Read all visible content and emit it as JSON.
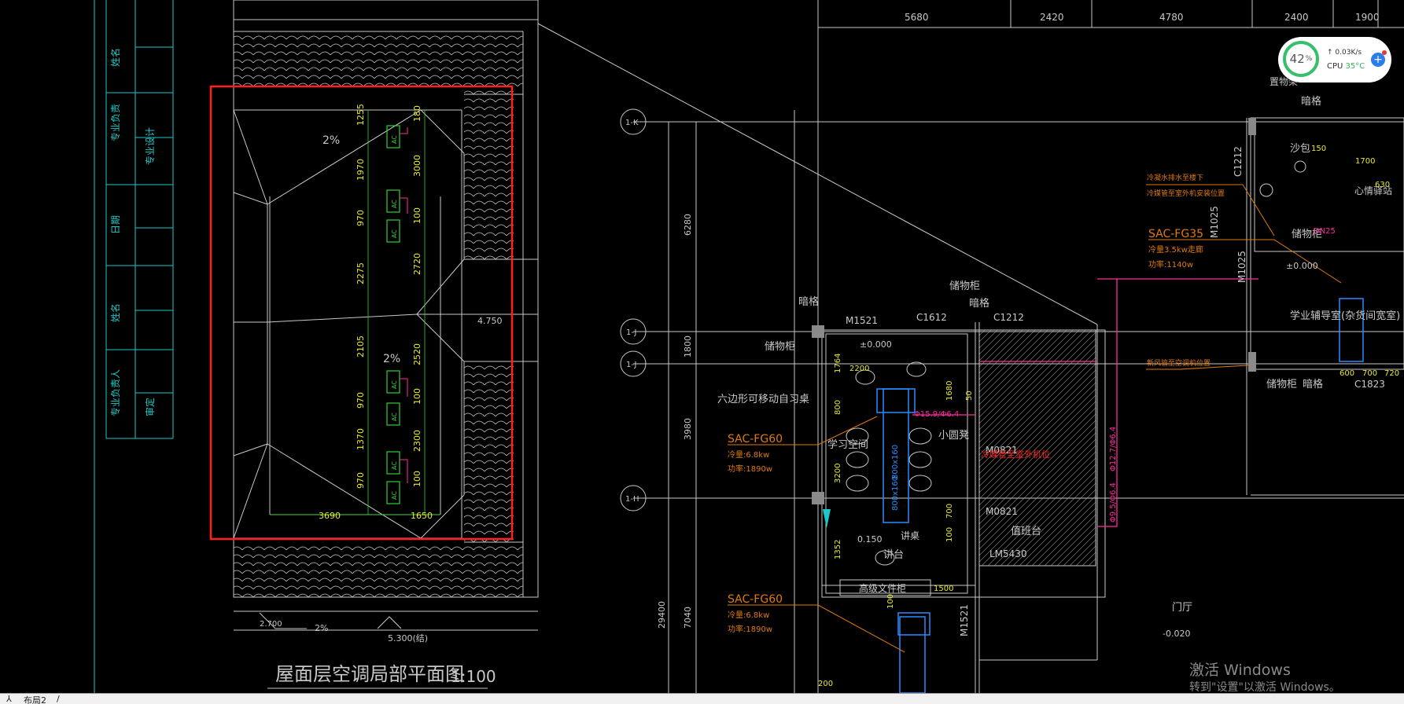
{
  "drawing": {
    "frame_vertical_labels": [
      "专业负责",
      "姓名",
      "专业设计",
      "日期",
      "专业负责人",
      "审定"
    ],
    "detail": {
      "title": "屋面层空调局部平面图",
      "scale": "1:100",
      "slope_labels": [
        "2%",
        "2%",
        "2%"
      ],
      "dims_vertical": [
        "1255",
        "1970",
        "970",
        "2275",
        "2105",
        "970",
        "1370",
        "970"
      ],
      "dims_right": [
        "180",
        "3000",
        "100",
        "2720",
        "2520",
        "100",
        "2300",
        "100"
      ],
      "dims_bottom": [
        "3690",
        "1650"
      ],
      "level_labels": [
        "4.750",
        "5.300(结)",
        "2.700"
      ],
      "unit_label": "AC"
    },
    "plan": {
      "top_dims": [
        "5680",
        "2420",
        "4780",
        "2400",
        "1900"
      ],
      "axis_labels": [
        "1-K",
        "1-J",
        "1-J",
        "1-H"
      ],
      "left_dims": [
        "6280",
        "1800",
        "3980",
        "7040",
        "29400"
      ],
      "room_labels": [
        "暗格",
        "储物柜",
        "暗格",
        "储物柜",
        "六边形可移动自习桌",
        "学习空间",
        "小圆凳",
        "讲台",
        "高级文件柜",
        "讲桌",
        "值班台",
        "门厅",
        "储物柜",
        "暗格",
        "沙包",
        "心情驿站",
        "学业辅导室(杂货间宽室)",
        "储物柜",
        "暗格",
        "置物架"
      ],
      "door_labels": [
        "M1521",
        "C1612",
        "C1212",
        "M0821",
        "M0821",
        "LM5430",
        "C1212",
        "M1025",
        "M1025",
        "M1521",
        "C1823"
      ],
      "levels": [
        "±0.000",
        "0.150",
        "-0.020",
        "±0.000"
      ],
      "equipment": [
        {
          "model": "SAC-FG60",
          "cool": "冷量:6.8kw",
          "power": "功率:1890w"
        },
        {
          "model": "SAC-FG60",
          "cool": "冷量:6.8kw",
          "power": "功率:1890w"
        },
        {
          "model": "SAC-FG35",
          "cool": "冷量3.5kw走廊",
          "power": "功率:1140w"
        }
      ],
      "pipe_labels": [
        "Φ15.9/Φ6.4",
        "Φ12.7/Φ6.4",
        "Φ9.5/Φ6.4",
        "DN25"
      ],
      "notes": [
        "冷凝水排水至楼下",
        "冷媒管至室外机安装位置",
        "新风管至空调机位置",
        "冷媒管至室外机位"
      ],
      "duct_sizes": [
        "800x160",
        "800x160"
      ],
      "small_dims": [
        "2200",
        "1680",
        "1764",
        "50",
        "800",
        "3200",
        "700",
        "100",
        "1352",
        "1500",
        "100",
        "200",
        "150",
        "1700",
        "630",
        "600",
        "700",
        "720"
      ]
    }
  },
  "overlay": {
    "monitor": {
      "cpu_percent": "42",
      "percent_sign": "%",
      "net": "0.03K/s",
      "cpu_label": "CPU",
      "cpu_temp": "35°C"
    },
    "watermark": {
      "line1": "激活 Windows",
      "line2": "转到\"设置\"以激活 Windows。"
    },
    "tab": {
      "arrow": "⅄",
      "label": "布局2",
      "sep": "/"
    }
  },
  "colors": {
    "line": "#c8c8c8",
    "cyan": "#1ec8c8",
    "green": "#2ed12e",
    "red": "#ff2020",
    "orange": "#e07a10",
    "magenta": "#ff2aa0",
    "yellow": "#e9e930",
    "blue": "#2a8cff"
  }
}
